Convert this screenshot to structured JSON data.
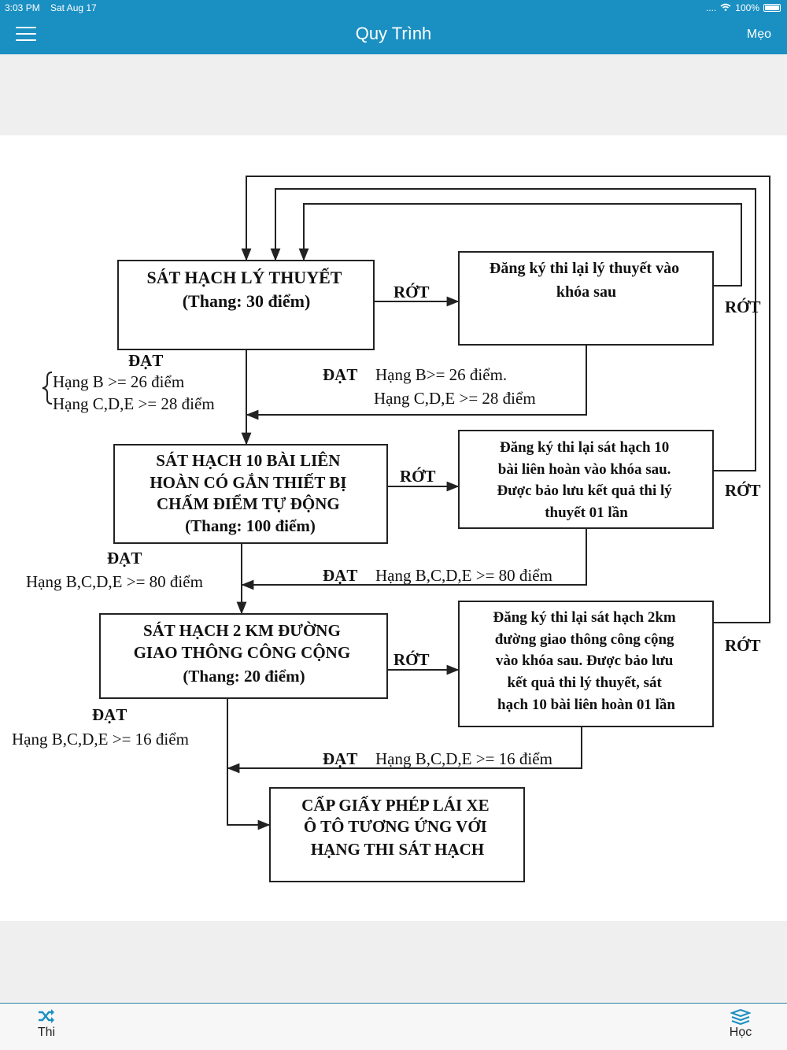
{
  "status": {
    "time": "3:03 PM",
    "date": "Sat Aug 17",
    "signal": "....",
    "battery": "100%"
  },
  "nav": {
    "title": "Quy Trình",
    "right_label": "Mẹo"
  },
  "diagram": {
    "box1": [
      "SÁT HẠCH LÝ THUYẾT",
      "(Thang: 30 điểm)"
    ],
    "box2": [
      "Đăng ký thi lại lý thuyết vào",
      "khóa sau"
    ],
    "box3": [
      "SÁT HẠCH 10 BÀI LIÊN",
      "HOÀN CÓ GẮN THIẾT BỊ",
      "CHẤM ĐIỂM TỰ ĐỘNG",
      "(Thang: 100 điểm)"
    ],
    "box4": [
      "Đăng ký thi lại sát hạch 10",
      "bài liên hoàn vào khóa sau.",
      "Được bảo lưu kết quả thi lý",
      "thuyết 01 lần"
    ],
    "box5": [
      "SÁT HẠCH 2 KM ĐƯỜNG",
      "GIAO THÔNG  CÔNG CỘNG",
      "(Thang: 20 điểm)"
    ],
    "box6": [
      "Đăng ký thi lại sát hạch 2km",
      "đường giao thông công cộng",
      "vào khóa sau. Được bảo lưu",
      "kết quả thi lý thuyết, sát",
      "hạch 10 bài liên hoàn 01 lần"
    ],
    "box7": [
      "CẤP GIẤY PHÉP LÁI XE",
      "Ô TÔ TƯƠNG ỨNG VỚI",
      "HẠNG THI SÁT HẠCH"
    ],
    "rot": "RỚT",
    "dat": "ĐẠT",
    "pass1_left": [
      "Hạng B >= 26 điểm",
      "Hạng C,D,E >= 28 điểm"
    ],
    "pass1_right": [
      "Hạng B>= 26 điểm.",
      "Hạng C,D,E >= 28 điểm"
    ],
    "pass2": "Hạng B,C,D,E >= 80 điểm",
    "pass3": "Hạng B,C,D,E >= 16 điểm"
  },
  "tabs": [
    {
      "label": "Thi",
      "icon": "shuffle-icon"
    },
    {
      "label": "Học",
      "icon": "books-icon"
    }
  ]
}
